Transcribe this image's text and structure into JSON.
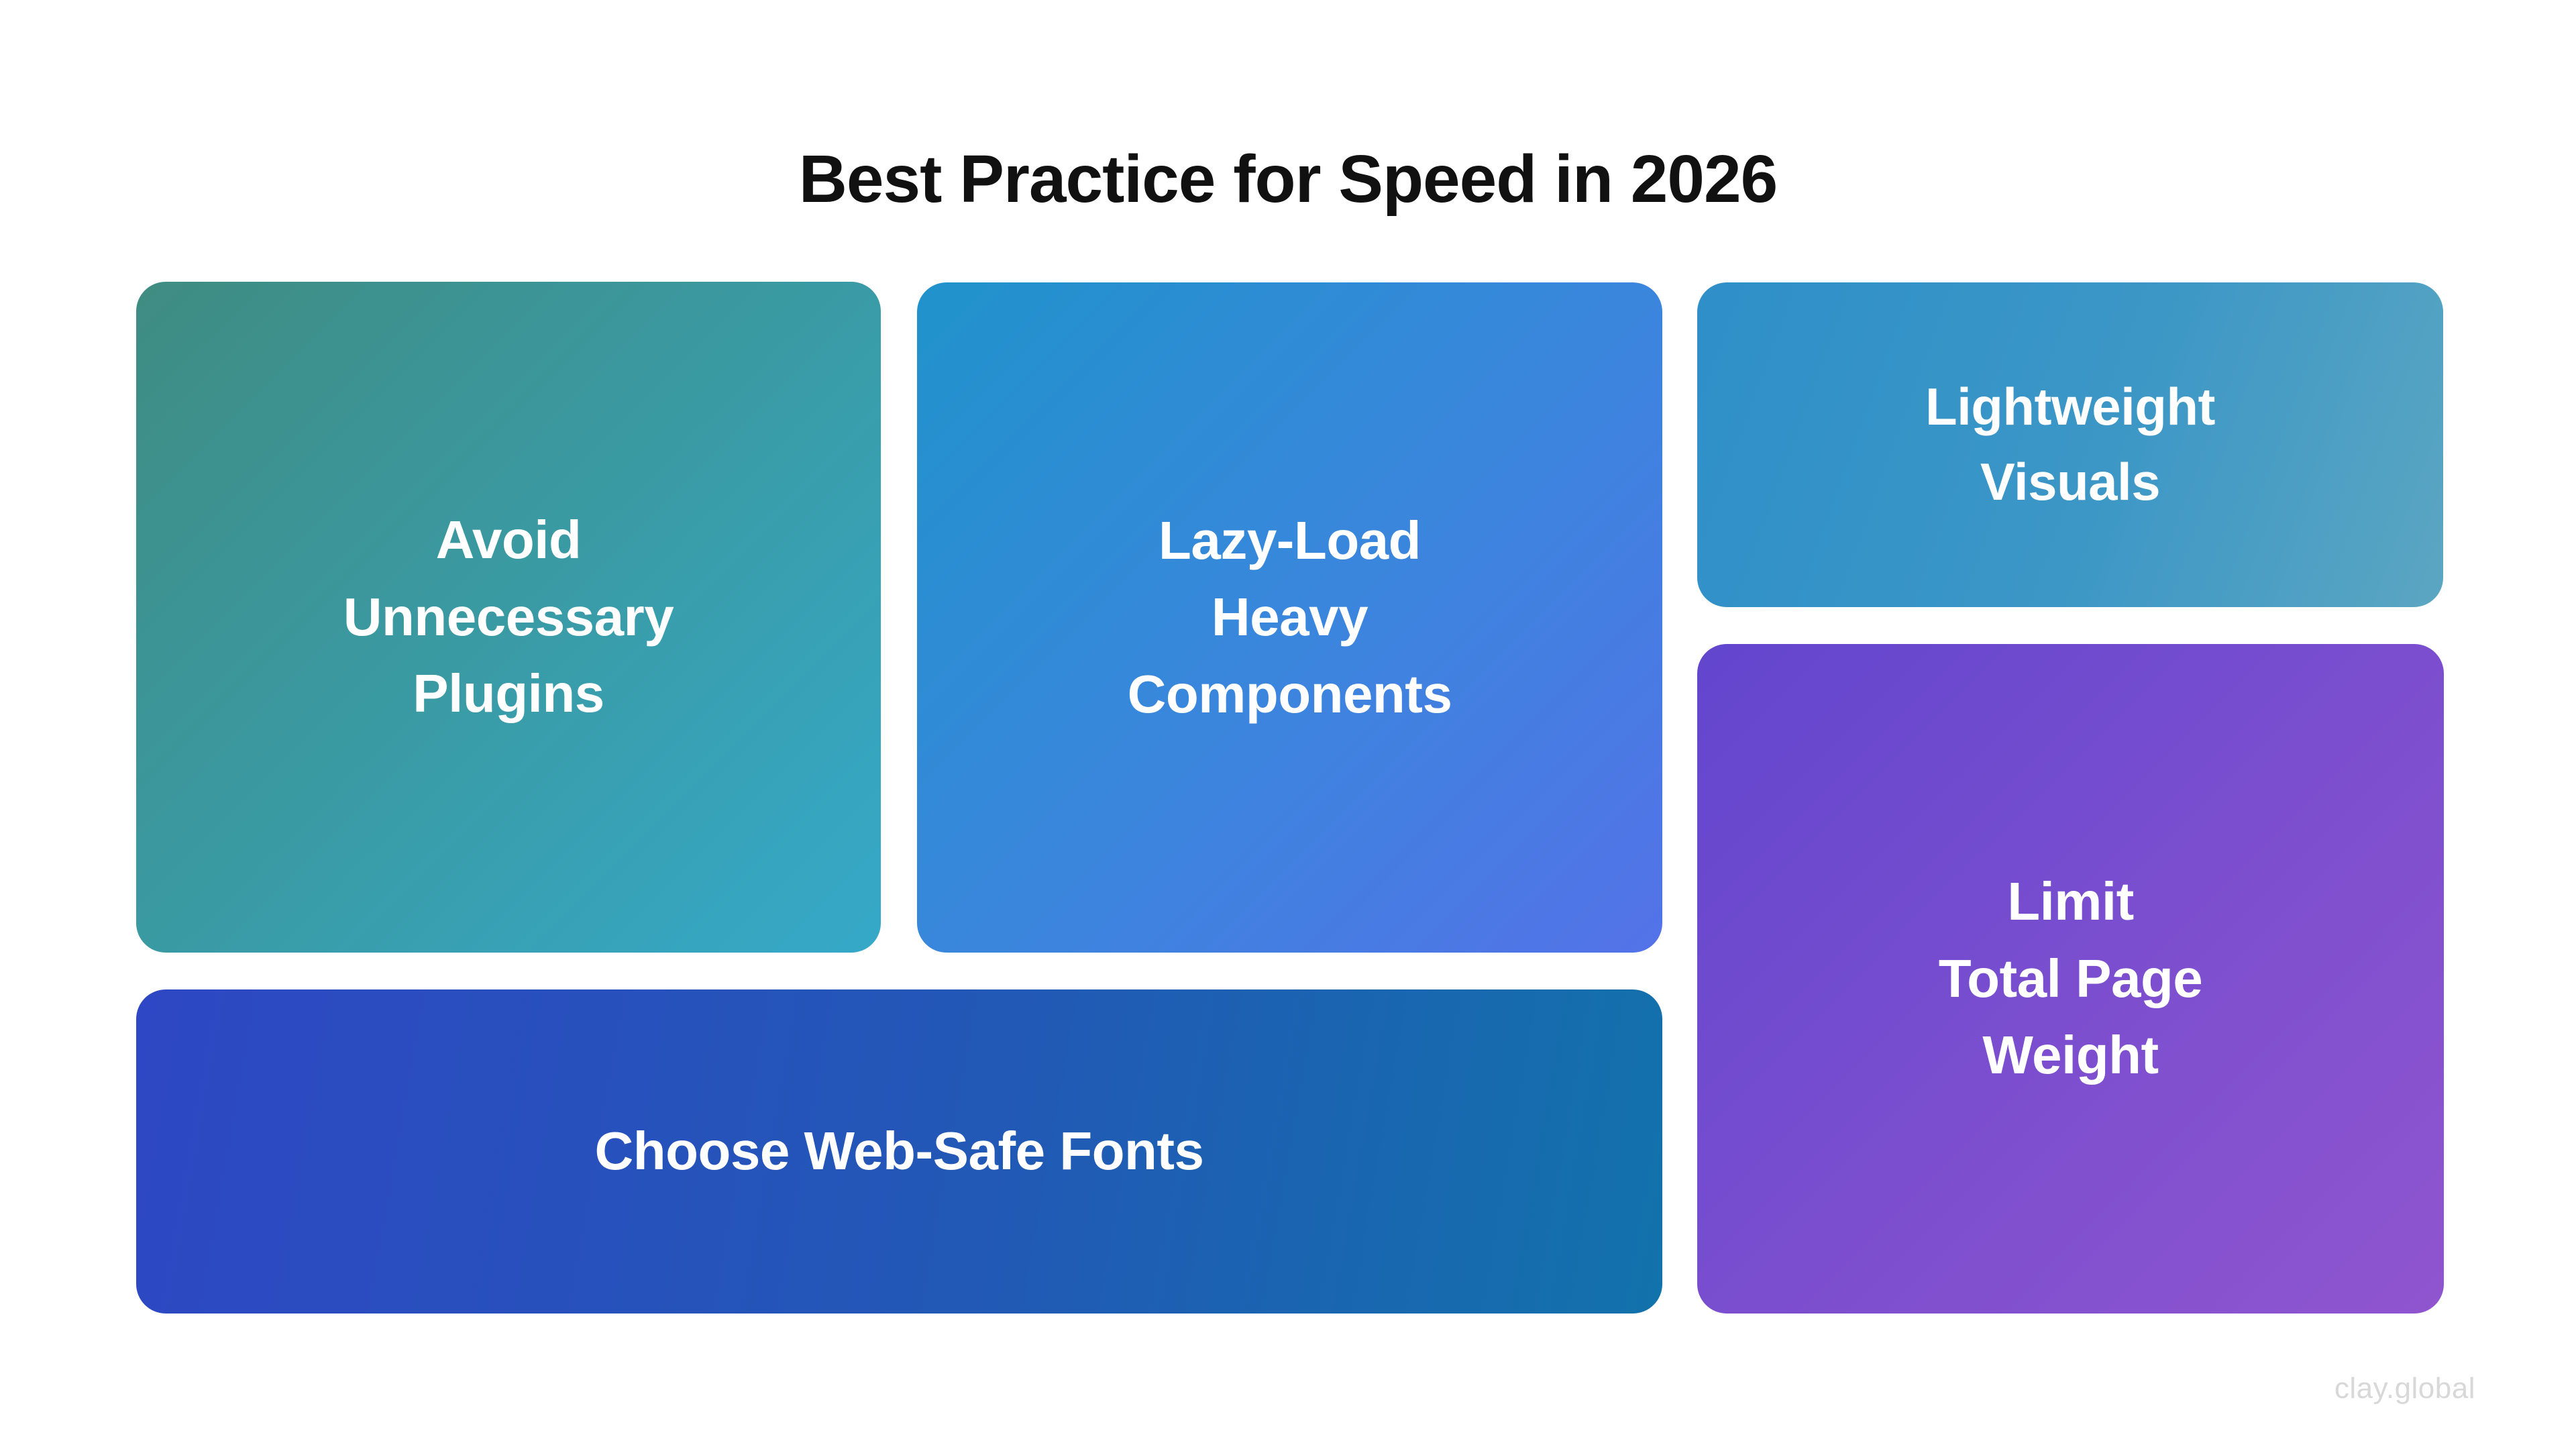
{
  "page": {
    "title": "Best Practice for Speed in 2026",
    "background_color": "#ffffff",
    "title_color": "#111111"
  },
  "cards": [
    {
      "id": "plugins",
      "label": "Avoid\nUnnecessary\nPlugins",
      "gradient_from": "#3f8c82",
      "gradient_to": "#35a9c9",
      "text_color": "#ffffff"
    },
    {
      "id": "lazyload",
      "label": "Lazy-Load\nHeavy\nComponents",
      "gradient_from": "#2093cb",
      "gradient_to": "#5472e8",
      "text_color": "#ffffff"
    },
    {
      "id": "visuals",
      "label": "Lightweight\nVisuals",
      "gradient_from": "#2e8fc9",
      "gradient_to": "#5ba6c2",
      "text_color": "#ffffff"
    },
    {
      "id": "weight",
      "label": "Limit\nTotal Page\nWeight",
      "gradient_from": "#6246ce",
      "gradient_to": "#9055cf",
      "text_color": "#ffffff"
    },
    {
      "id": "fonts",
      "label": "Choose Web-Safe Fonts",
      "gradient_from": "#2e47c4",
      "gradient_to": "#1272ab",
      "text_color": "#ffffff"
    }
  ],
  "footer": {
    "watermark": "clay.global",
    "watermark_color": "#d8d8d8"
  }
}
